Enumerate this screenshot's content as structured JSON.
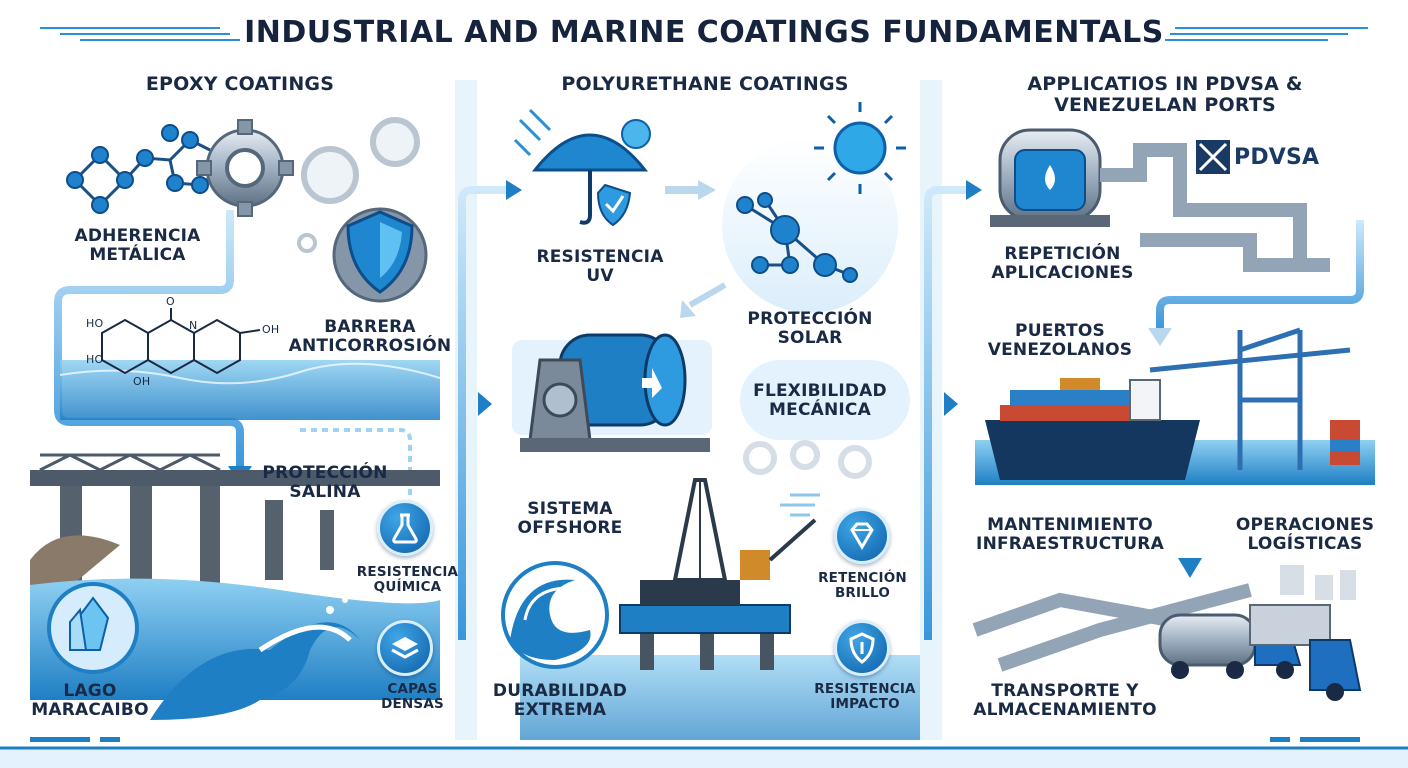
{
  "title": "INDUSTRIAL AND MARINE COATINGS FUNDAMENTALS",
  "columns": [
    {
      "header": "EPOXY COATINGS",
      "labels": {
        "adherencia": "ADHERENCIA\nMETÁLICA",
        "barrera": "BARRERA\nANTICORROSIÓN",
        "proteccion_salina": "PROTECCIÓN\nSALINA",
        "resistencia_quimica": "RESISTENCIA\nQUÍMICA",
        "lago": "LAGO\nMARACAIBO",
        "capas": "CAPAS\nDENSAS"
      },
      "molecule_labels": [
        "HO",
        "HO",
        "OH",
        "OH",
        "O",
        "N"
      ]
    },
    {
      "header": "POLYURETHANE COATINGS",
      "labels": {
        "resistencia_uv": "RESISTENCIA\nUV",
        "proteccion_solar": "PROTECCIÓN\nSOLAR",
        "flexibilidad": "FLEXIBILIDAD\nMECÁNICA",
        "offshore": "SISTEMA\nOFFSHORE",
        "retencion": "RETENCIÓN\nBRILLO",
        "durabilidad": "DURABILIDAD\nEXTREMA",
        "impacto": "RESISTENCIA\nIMPACTO"
      }
    },
    {
      "header": "APPLICATIOS IN PDVSA &\nVENEZUELAN PORTS",
      "labels": {
        "pdvsa": "PDVSA",
        "repeticion": "REPETICIÓN\nAPLICACIONES",
        "puertos": "PUERTOS\nVENEZOLANOS",
        "mantenimiento": "MANTENIMIENTO\nINFRAESTRUCTURA",
        "operaciones": "OPERACIONES\nLOGÍSTICAS",
        "transporte": "TRANSPORTE Y\nALMACENAMIENTO"
      }
    }
  ],
  "icons": [
    "molecule-icon",
    "gear-icon",
    "shield-icon",
    "bridge-icon",
    "wave-icon",
    "crystal-icon",
    "flask-icon",
    "layers-icon",
    "umbrella-icon",
    "sun-icon",
    "roller-icon",
    "oil-rig-icon",
    "diamond-icon",
    "impact-shield-icon",
    "tank-icon",
    "pipeline-icon",
    "pdvsa-logo",
    "crane-icon",
    "cargo-ship-icon",
    "tanker-truck-icon"
  ],
  "colors": {
    "primary": "#0d5fa8",
    "accent": "#2a8fd8",
    "dark": "#14263f",
    "light": "#e3f2fc"
  }
}
